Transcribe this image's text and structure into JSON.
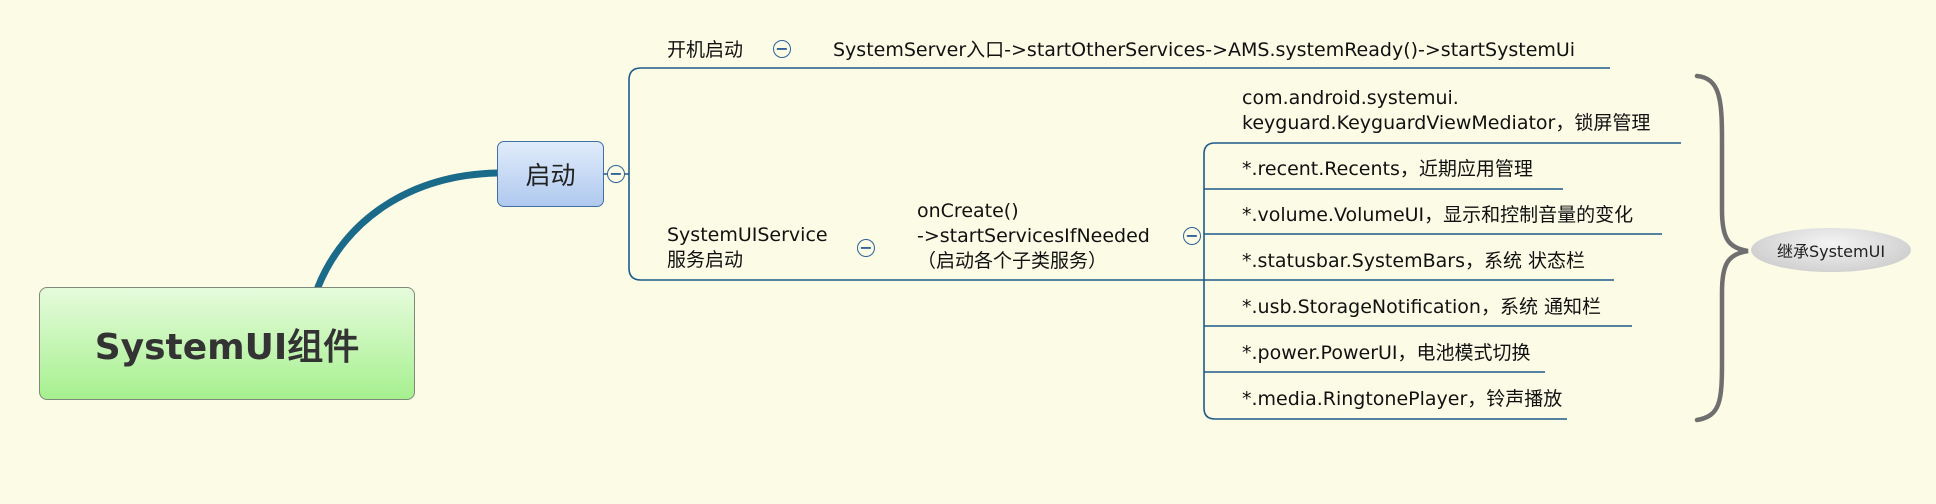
{
  "root": {
    "label": "SystemUI组件"
  },
  "main": {
    "label": "启动"
  },
  "boot": {
    "label": "开机启动",
    "detail": "SystemServer入口->startOtherServices->AMS.systemReady()->startSystemUi"
  },
  "service": {
    "label_line1": "SystemUIService",
    "label_line2": "服务启动",
    "oncreate_line1": "onCreate()",
    "oncreate_line2": "->startServicesIfNeeded",
    "oncreate_line3": "（启动各个子类服务）"
  },
  "children": [
    {
      "line1": "com.android.systemui.",
      "line2": "keyguard.KeyguardViewMediator，锁屏管理"
    },
    {
      "line1": "*.recent.Recents，近期应用管理"
    },
    {
      "line1": "*.volume.VolumeUI，显示和控制音量的变化"
    },
    {
      "line1": "*.statusbar.SystemBars，系统 状态栏"
    },
    {
      "line1": "*.usb.StorageNotification，系统 通知栏"
    },
    {
      "line1": "*.power.PowerUI，电池模式切换"
    },
    {
      "line1": "*.media.RingtonePlayer，铃声播放"
    }
  ],
  "summary": {
    "label": "继承SystemUI"
  },
  "icons": {
    "collapse": "collapse-minus-icon",
    "brace": "brace-icon"
  },
  "colors": {
    "line": "#1e5a8a",
    "curve": "#1a6a8a",
    "background": "#fcfbe6"
  }
}
